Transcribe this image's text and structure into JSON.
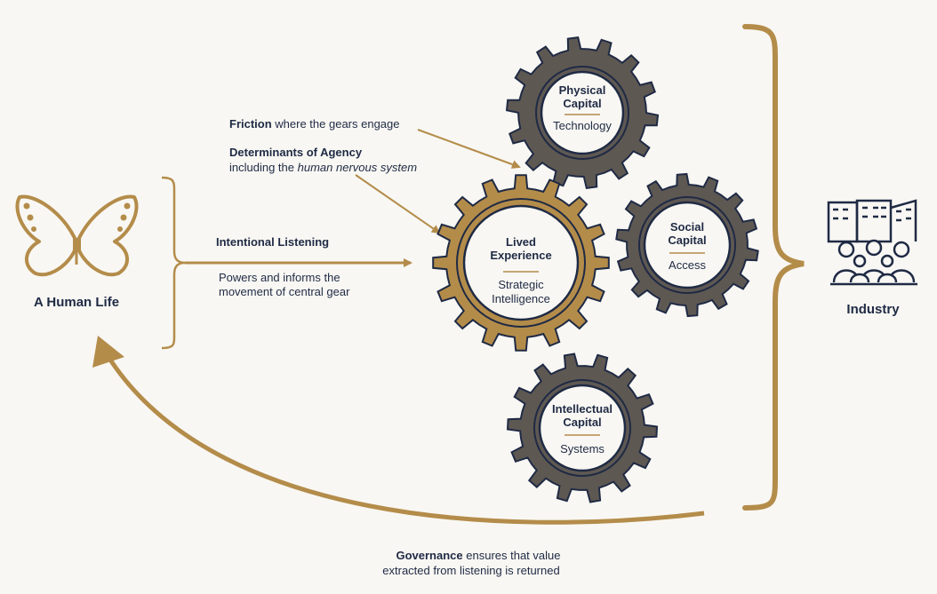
{
  "colors": {
    "background": "#f8f7f3",
    "gold": "#b48c4a",
    "gear_gray": "#5e5853",
    "navy": "#1f2a44",
    "gear_inner": "#f8f7f3"
  },
  "left": {
    "icon": "butterfly-icon",
    "label": "A Human Life"
  },
  "right": {
    "icon": "industry-city-people-icon",
    "label": "Industry"
  },
  "annotations": {
    "friction_bold": "Friction",
    "friction_rest": " where the gears engage",
    "agency_bold": "Determinants of Agency",
    "agency_line2_pre": "including the ",
    "agency_line2_italic": "human nervous system",
    "listening_title": "Intentional Listening",
    "listening_line1": "Powers and informs the",
    "listening_line2": "movement of central gear",
    "governance_bold": "Governance",
    "governance_rest": " ensures that value",
    "governance_line2": "extracted from listening is returned"
  },
  "gears": {
    "physical": {
      "title1": "Physical",
      "title2": "Capital",
      "sub": "Technology"
    },
    "lived": {
      "title1": "Lived",
      "title2": "Experience",
      "sub1": "Strategic",
      "sub2": "Intelligence"
    },
    "social": {
      "title1": "Social",
      "title2": "Capital",
      "sub": "Access"
    },
    "intellectual": {
      "title1": "Intellectual",
      "title2": "Capital",
      "sub": "Systems"
    }
  }
}
